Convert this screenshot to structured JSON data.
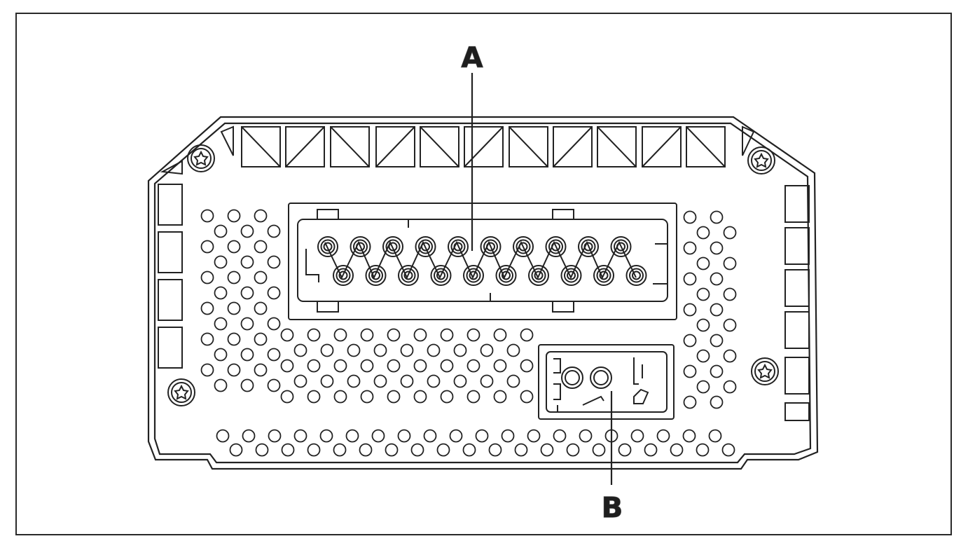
{
  "diagram": {
    "callouts": [
      {
        "id": "A",
        "label": "A"
      },
      {
        "id": "B",
        "label": "B"
      }
    ],
    "colors": {
      "line": "#222222",
      "background": "#ffffff"
    }
  }
}
